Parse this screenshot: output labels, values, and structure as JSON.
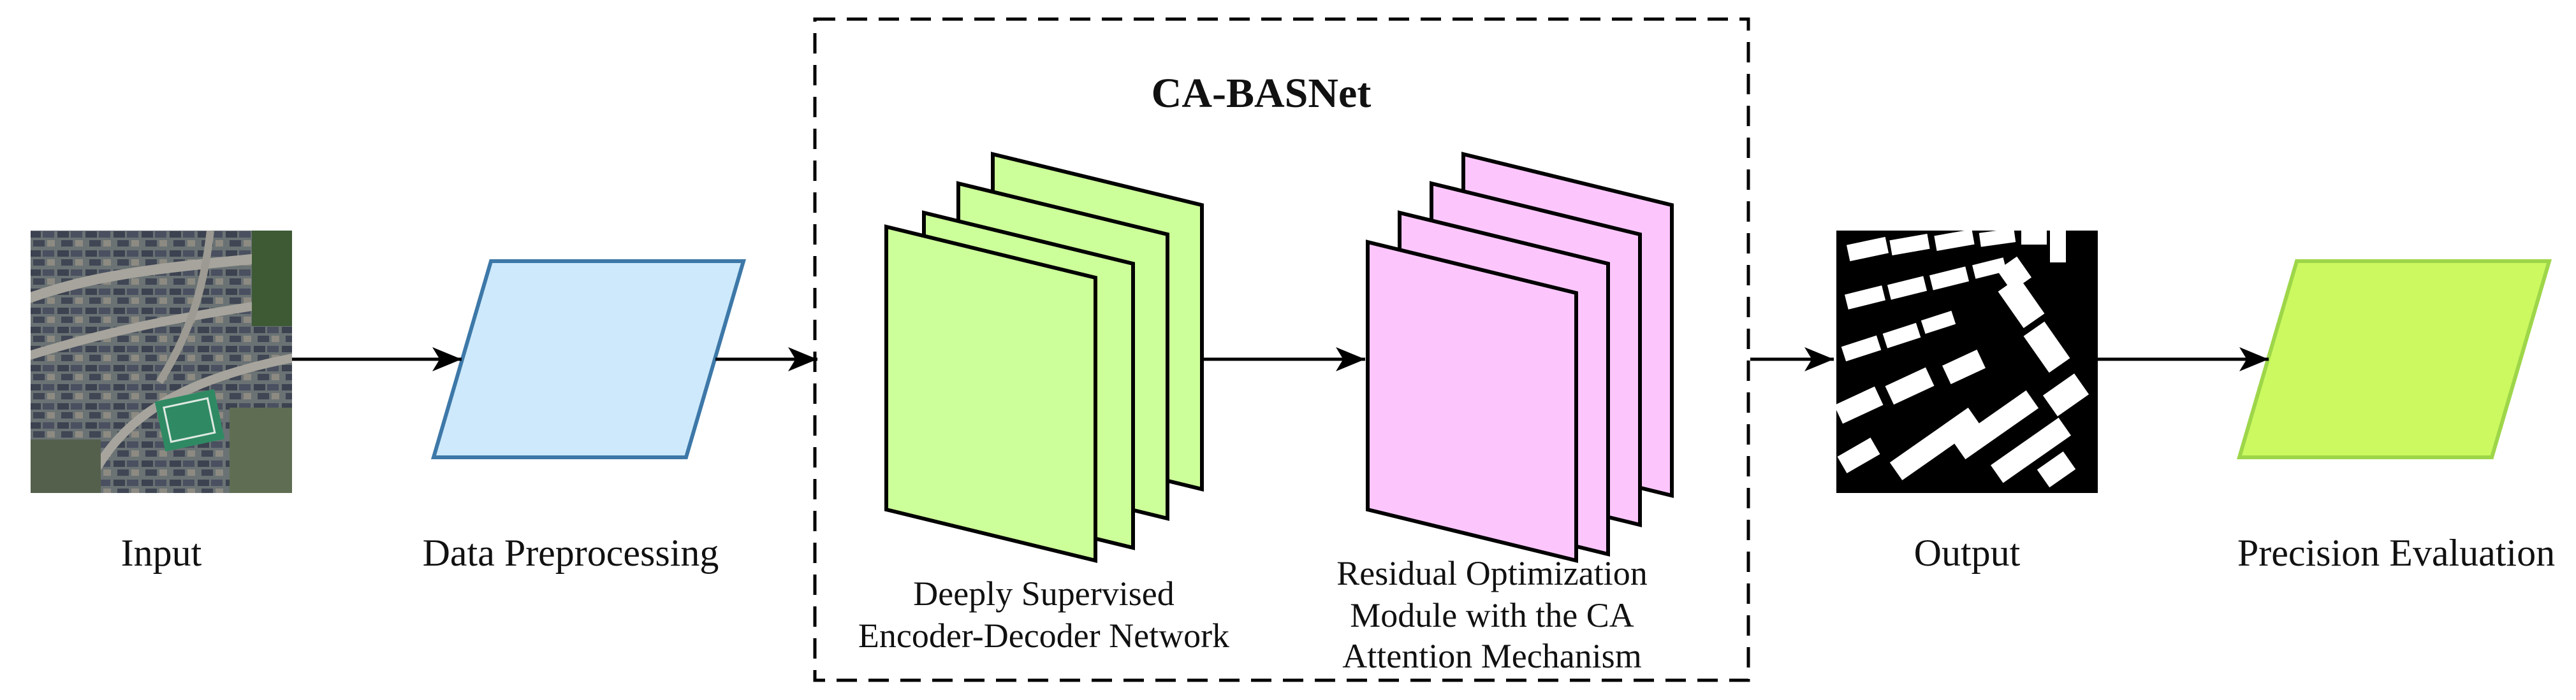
{
  "diagram": {
    "title": "CA-BASNet",
    "stages": {
      "input": "Input",
      "preprocessing": "Data Preprocessing",
      "output": "Output",
      "evaluation": "Precision Evaluation"
    },
    "modules": {
      "encoder_decoder": [
        "Deeply Supervised",
        "Encoder-Decoder Network"
      ],
      "residual": [
        "Residual Optimization",
        "Module with the CA",
        "Attention Mechanism"
      ]
    }
  },
  "colors": {
    "preprocessing_fill": "#cde9fb",
    "preprocessing_stroke": "#3d78a8",
    "encoder_fill": "#ccfe99",
    "residual_fill": "#fcc6fd",
    "evaluation_fill": "#cbf95f",
    "evaluation_stroke": "#9ed64a",
    "line": "#000000"
  },
  "icons": {
    "input": "aerial-residential-photo",
    "output": "building-segmentation-mask"
  }
}
